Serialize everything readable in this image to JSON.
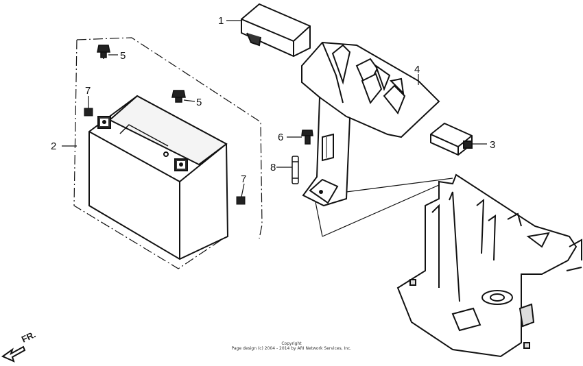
{
  "callouts": {
    "c1": "1",
    "c2": "2",
    "c3": "3",
    "c4": "4",
    "c5a": "5",
    "c5b": "5",
    "c6": "6",
    "c7a": "7",
    "c7b": "7",
    "c8": "8"
  },
  "direction": {
    "label": "FR."
  },
  "footer": {
    "line1": "Copyright",
    "line2": "Page design (c) 2004 - 2014 by ARI Network Services, Inc."
  }
}
